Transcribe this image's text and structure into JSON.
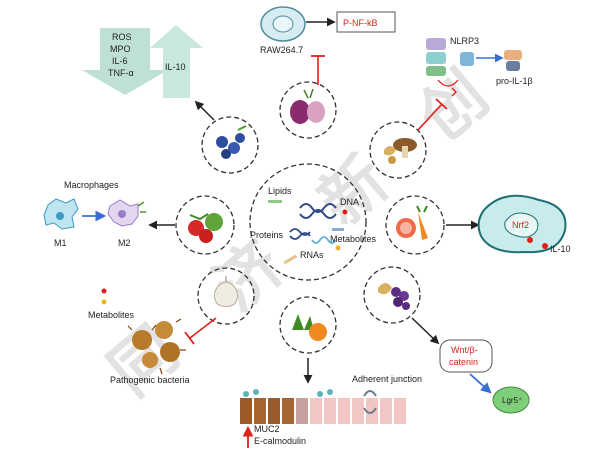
{
  "colors": {
    "arrow": "#222222",
    "arrow_blue": "#3a6fd1",
    "inhibit": "#e0201b",
    "down_arrow_fill": "#bfe0d6",
    "up_arrow_fill": "#c8e8df",
    "circle_stroke": "#333333"
  },
  "top": {
    "raw_cell_label": "RAW264.7",
    "pnfkb_label": "P-NF-kB"
  },
  "cytokines": {
    "down_items": [
      "ROS",
      "MPO",
      "IL-6",
      "TNF-α"
    ],
    "up_item": "IL-10"
  },
  "inflammasome": {
    "nlrp3_label": "NLRP3",
    "pro_il1b_label": "pro-IL-1β"
  },
  "macrophages": {
    "title": "Macrophages",
    "m1_label": "M1",
    "m2_label": "M2"
  },
  "center": {
    "lipids": "Lipids",
    "dna": "DNA",
    "proteins": "Proteins",
    "metabolites": "Metabolites",
    "rnas": "RNAs"
  },
  "nrf2": {
    "nrf2_label": "Nrf2",
    "il10_label": "IL-10"
  },
  "bacteria": {
    "metabolites_label": "Metabolites",
    "pathogenic_label": "Pathogenic bacteria"
  },
  "barrier": {
    "adherent_label": "Adherent junction",
    "muc2_label": "MUC2",
    "ecad_label": "E-calmodulin"
  },
  "wnt": {
    "wnt_line1": "Wnt/β-",
    "wnt_line2": "catenin",
    "lgr5_label": "Lgr5⁺"
  },
  "watermark": {
    "chars": [
      "同",
      "济",
      "新",
      "创"
    ]
  }
}
